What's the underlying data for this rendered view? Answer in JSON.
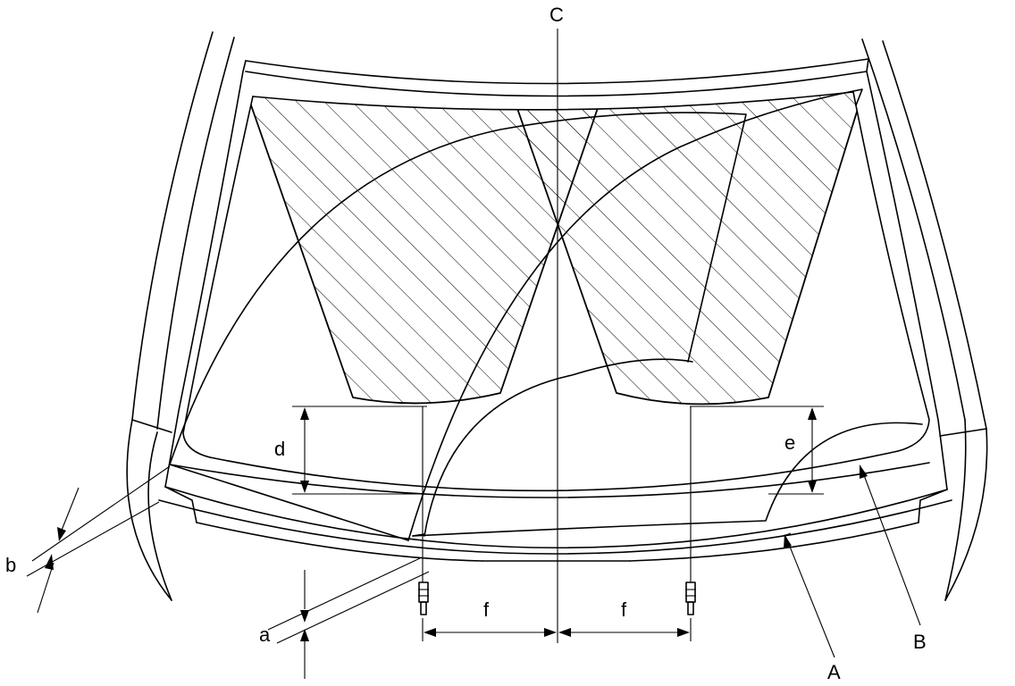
{
  "labels": {
    "a": "a",
    "b": "b",
    "c": "C",
    "d": "d",
    "e": "e",
    "f_left": "f",
    "f_right": "f",
    "A": "A",
    "B": "B"
  },
  "colors": {
    "stroke": "#000000",
    "background": "#ffffff"
  }
}
